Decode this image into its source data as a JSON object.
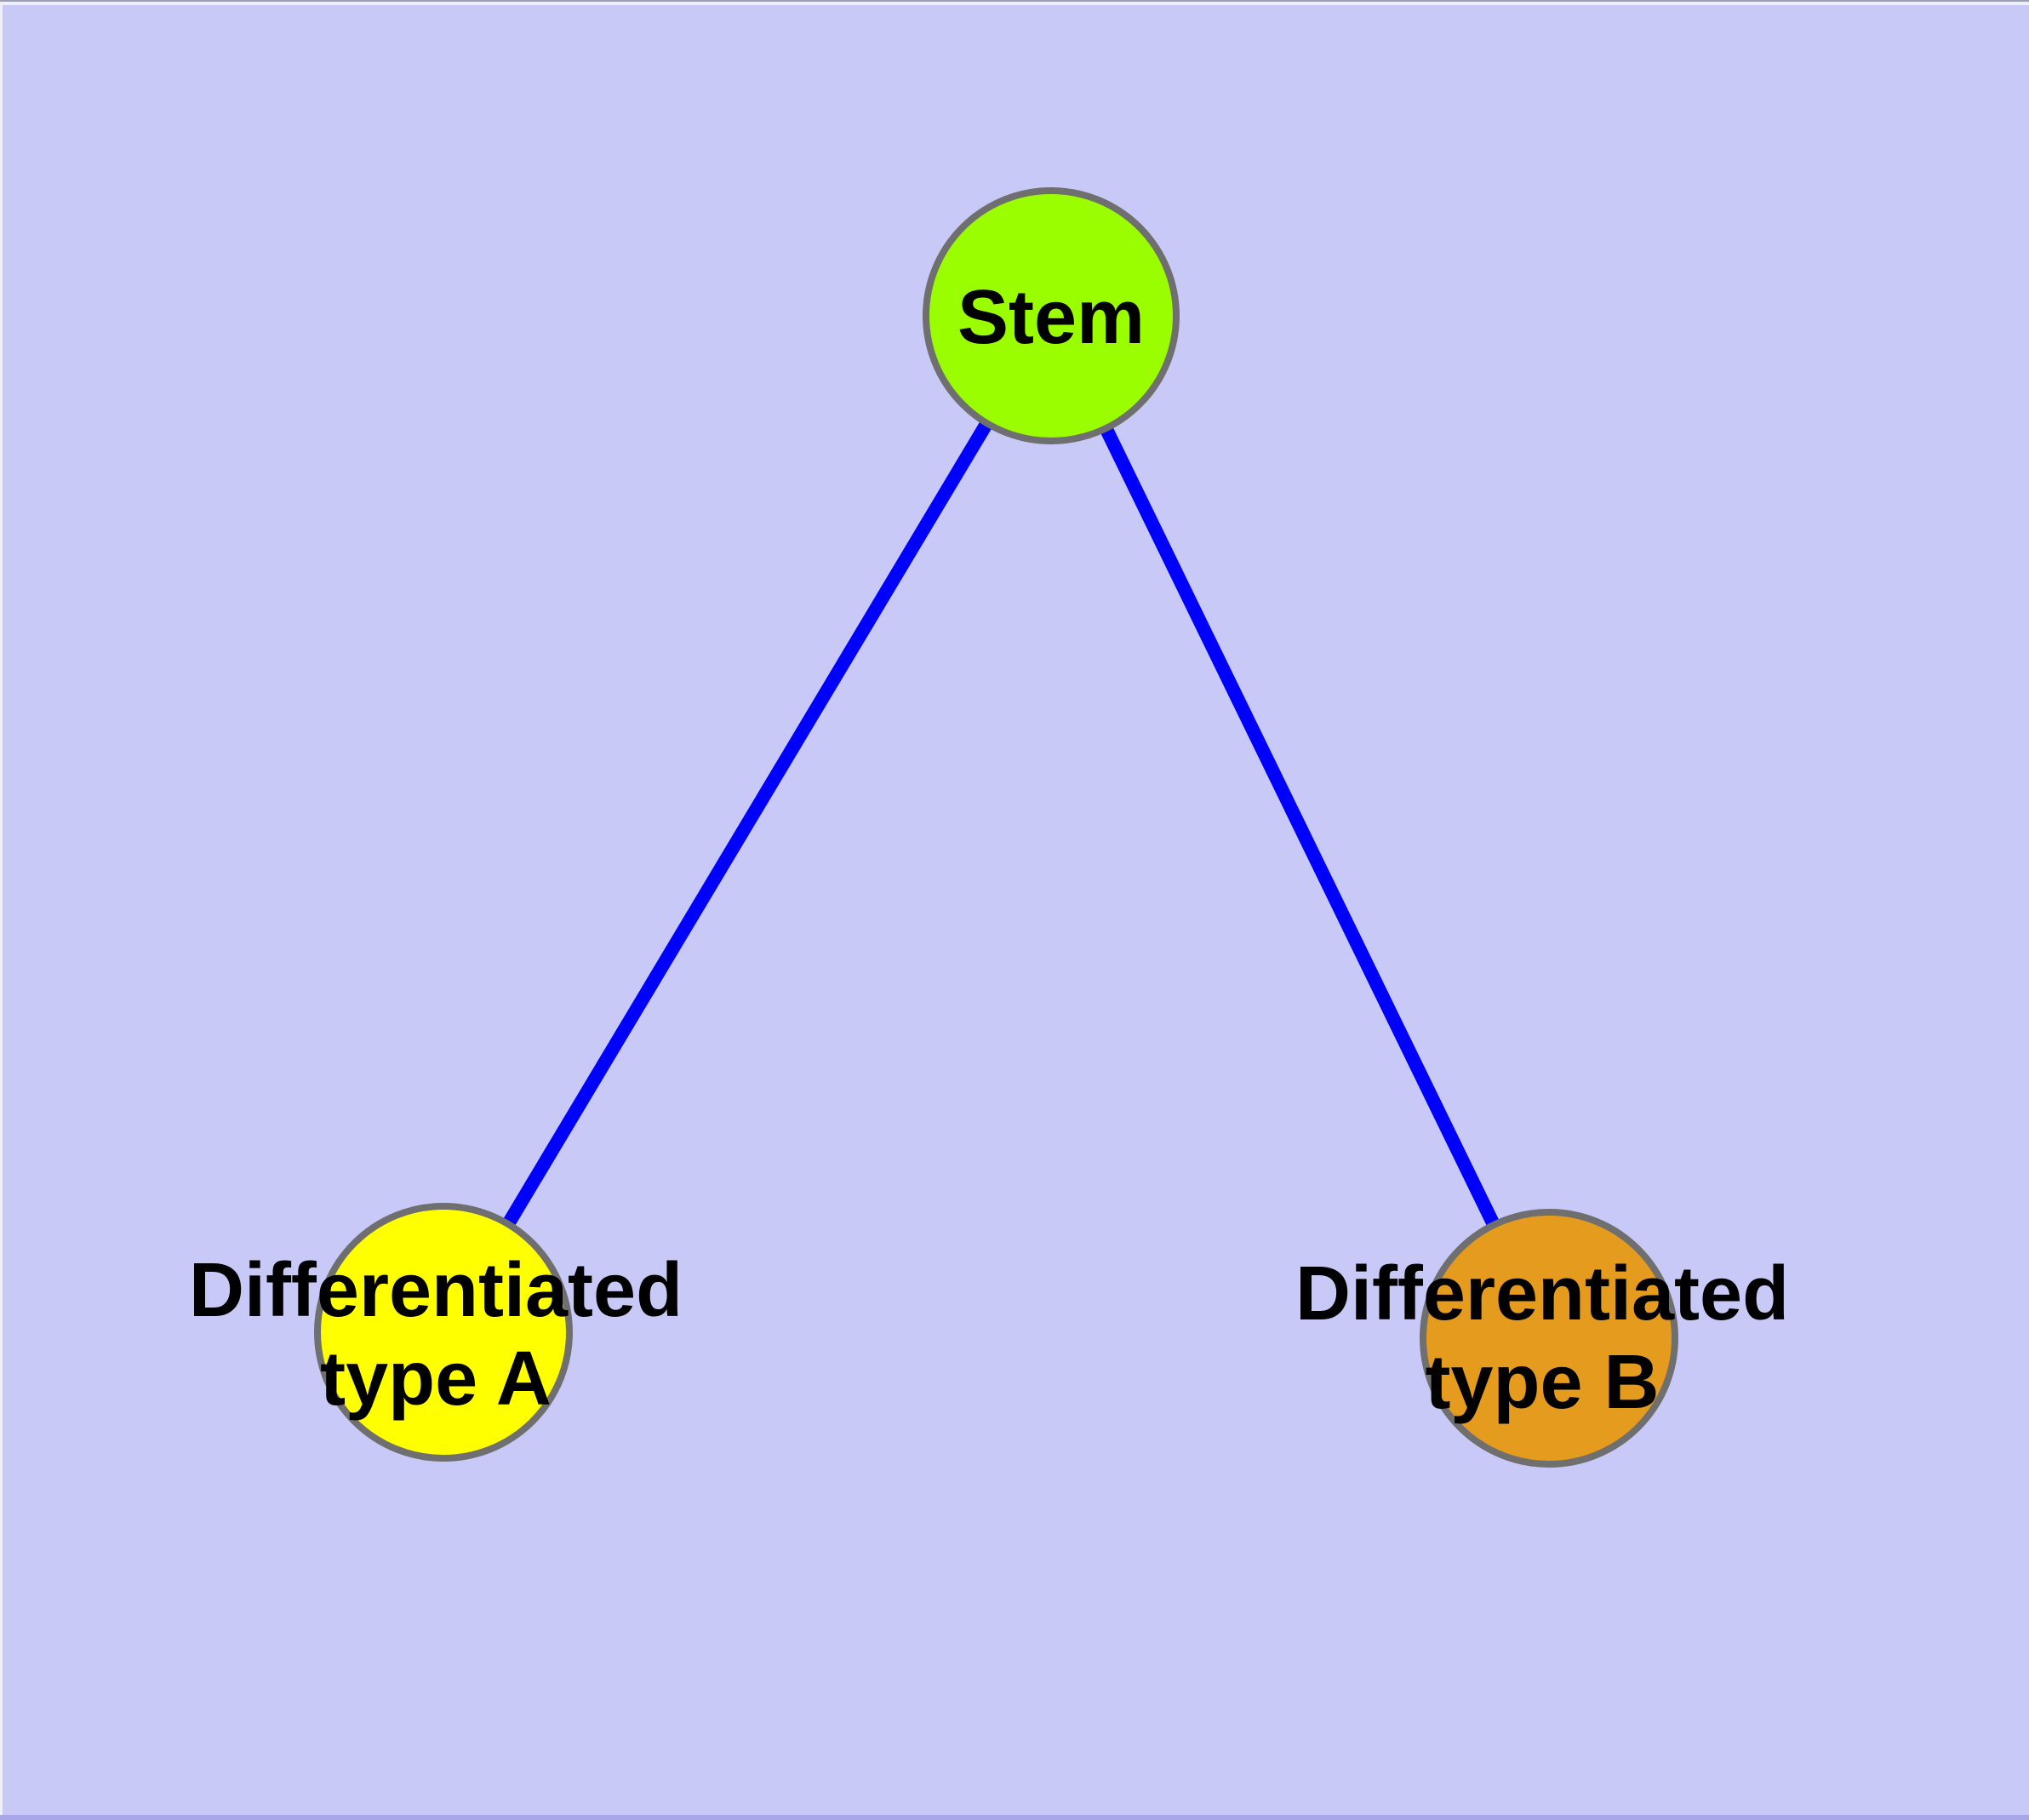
{
  "diagram": {
    "background_color": "#C9C9F8",
    "edge_color": "#0000FF",
    "node_border_color": "#6F6F6F",
    "nodes": [
      {
        "id": "stem",
        "label": "Stem",
        "color": "#9AFE00"
      },
      {
        "id": "differentiated-type-a",
        "label": "Differentiated\ntype A",
        "color": "#FFFF00"
      },
      {
        "id": "differentiated-type-b",
        "label": "Differentiated\ntype B",
        "color": "#E49B1E"
      }
    ],
    "edges": [
      {
        "from": "stem",
        "to": "differentiated-type-a"
      },
      {
        "from": "stem",
        "to": "differentiated-type-b"
      }
    ]
  }
}
